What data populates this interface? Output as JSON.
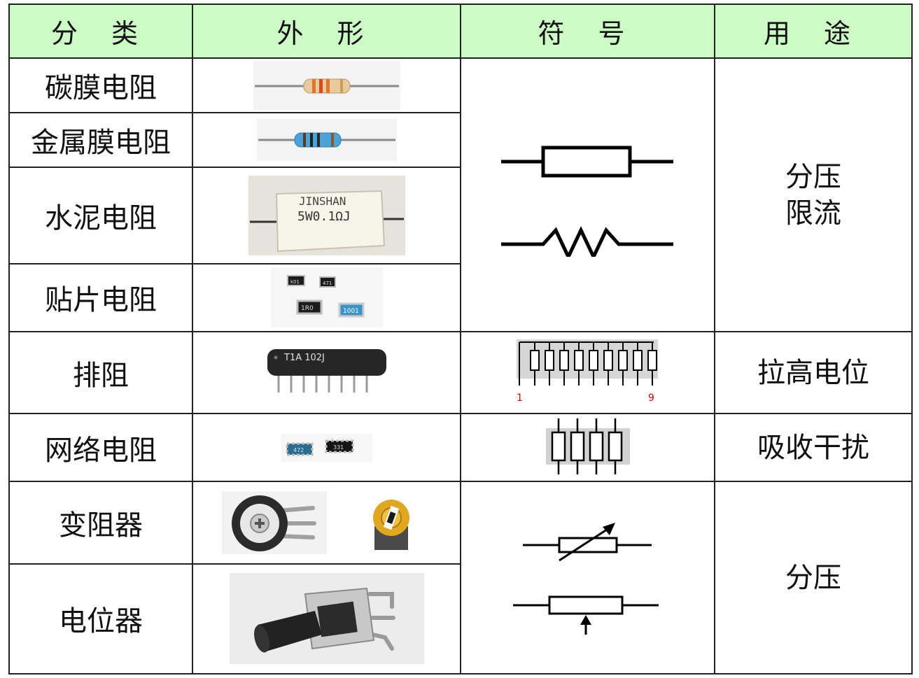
{
  "headers": [
    "分 类",
    "外 形",
    "符 号",
    "用 途"
  ],
  "rows": [
    {
      "category": "碳膜电阻"
    },
    {
      "category": "金属膜电阻"
    },
    {
      "category": "水泥电阻"
    },
    {
      "category": "贴片电阻"
    },
    {
      "category": "排阻"
    },
    {
      "category": "网络电阻"
    },
    {
      "category": "变阻器"
    },
    {
      "category": "电位器"
    }
  ],
  "uses": {
    "fixed": [
      "分压",
      "限流"
    ],
    "network": "拉高电位",
    "resistor_network": "吸收干扰",
    "variable": "分压"
  },
  "labels": {
    "cement_line1": "JINSHAN",
    "cement_line2": "5W0.1ΩJ",
    "smd": [
      "k01",
      "471",
      "1R0",
      "1001"
    ],
    "sip_marking": "T1A 102J",
    "network_chip": [
      "472",
      "331"
    ],
    "pin_first": "1",
    "pin_last": "9"
  },
  "colors": {
    "header_bg": "#ccfbc6",
    "pin_number": "#d40000",
    "carbon_body": "#e8c9a0",
    "metal_body": "#4aa3d8"
  },
  "icons": [
    "carbon-film-resistor",
    "metal-film-resistor",
    "cement-resistor",
    "smd-resistor",
    "sip-resistor-network",
    "chip-resistor-network",
    "trimmer-potentiometer",
    "rotary-potentiometer"
  ]
}
